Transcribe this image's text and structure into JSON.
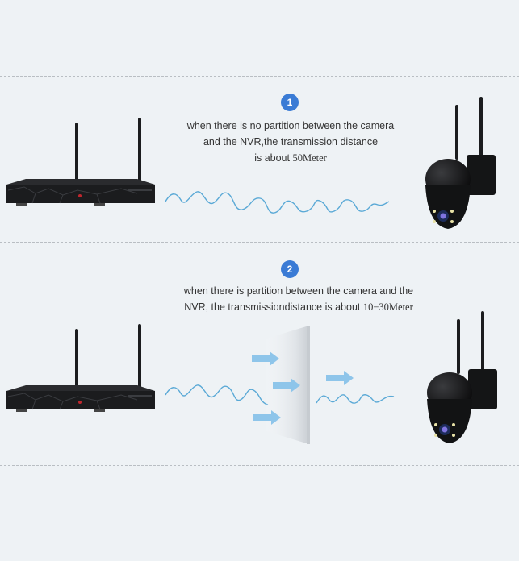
{
  "section1": {
    "badge": "1",
    "line1": "when there is no partition between the camera",
    "line2": "and the NVR,the transmission distance",
    "line3_prefix": "is about ",
    "line3_value": "50Meter"
  },
  "section2": {
    "badge": "2",
    "line1": "when there is partition between the camera and the",
    "line2_prefix": "NVR, the transmissiondistance is about ",
    "line2_value": "10−30Meter"
  },
  "colors": {
    "background": "#eef2f5",
    "badge": "#3a7bd5",
    "wave": "#5aa9d6",
    "arrow": "#8ec5ea",
    "device": "#1b1c1e"
  }
}
